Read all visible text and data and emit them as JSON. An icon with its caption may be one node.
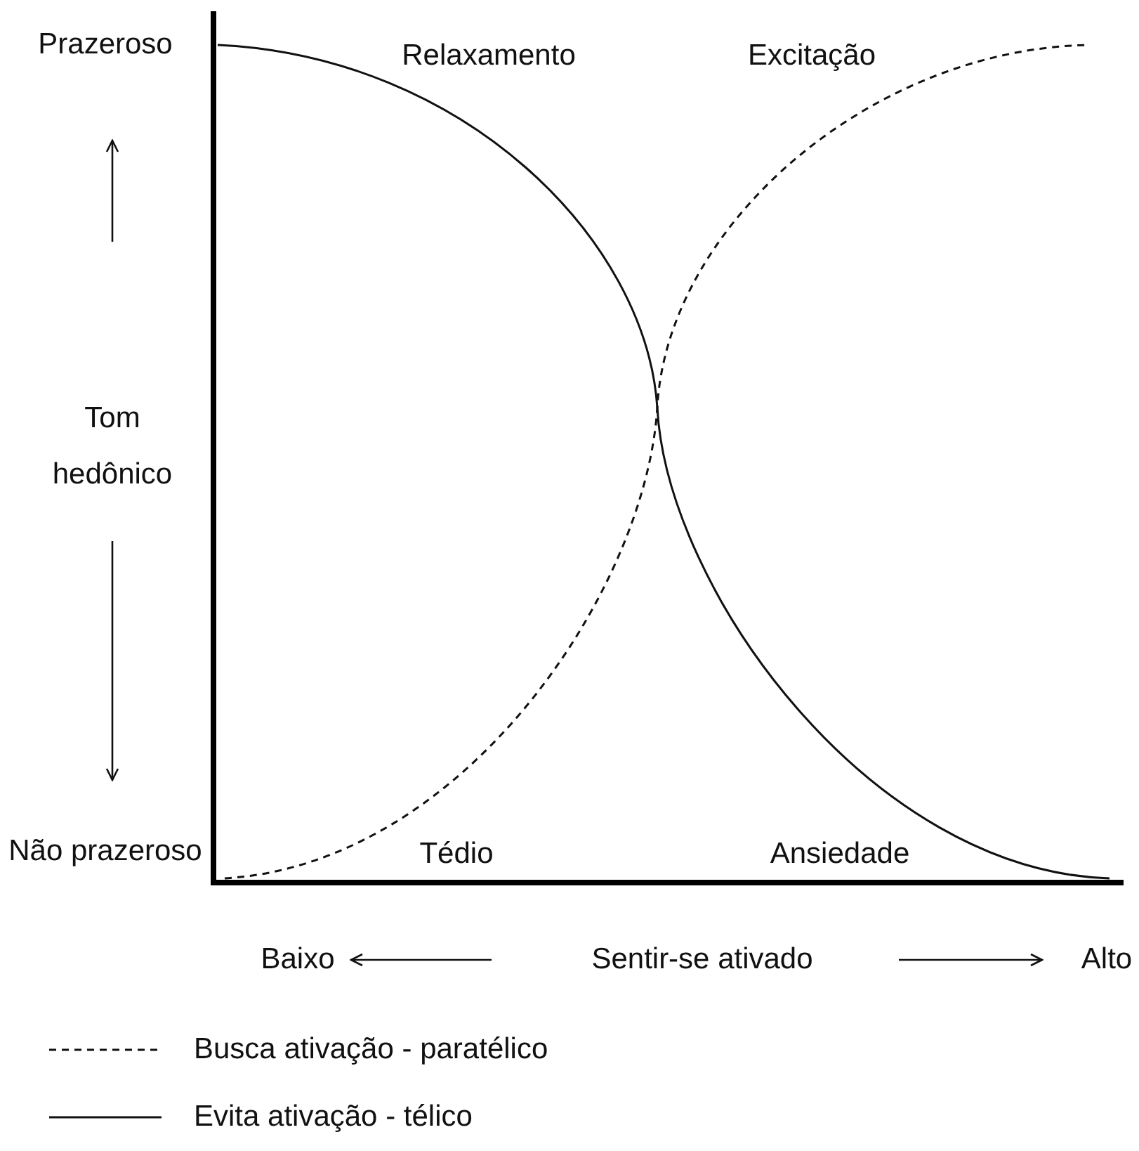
{
  "diagram": {
    "labels": [
      "Prazeroso",
      "Relaxamento",
      "Excitação",
      "Tom hedônico",
      "Não prazeroso",
      "Tédio",
      "Ansiedade",
      "Baixo",
      "Sentir-se ativado",
      "Alto"
    ],
    "legend": [
      {
        "text": "Busca ativação - paratélico"
      },
      {
        "text": "Evita ativação - télico"
      }
    ]
  }
}
